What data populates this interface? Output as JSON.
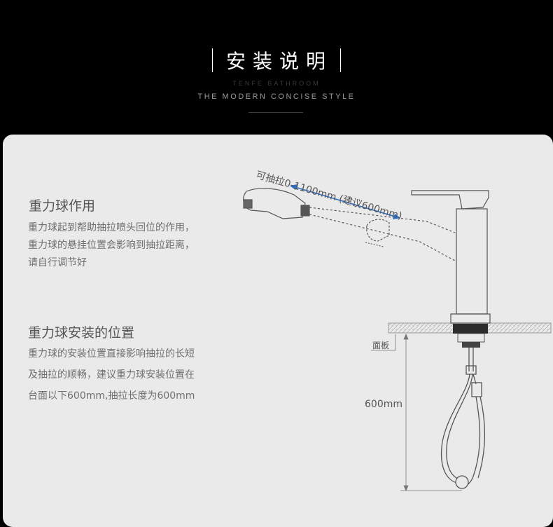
{
  "header": {
    "title": "安装说明",
    "subtitle_brand": "TENFE BATHROOM",
    "subtitle_slogan": "THE MODERN CONCISE STYLE"
  },
  "section1": {
    "heading": "重力球作用",
    "lines": [
      "重力球起到帮助抽拉喷头回位的作用，",
      "重力球的悬挂位置会影响到抽拉距离，",
      "请自行调节好"
    ]
  },
  "section2": {
    "heading": "重力球安装的位置",
    "lines": [
      "重力球的安装位置直接影响抽拉的长短",
      "及抽拉的顺畅，建议重力球安装位置在",
      "台面以下600mm,抽拉长度为600mm"
    ]
  },
  "diagram": {
    "pull_label": "可抽拉0-1100mm (建议600mm)",
    "counter_label": "面板",
    "depth_label": "600mm",
    "arrow_color": "#2b6cc4"
  }
}
